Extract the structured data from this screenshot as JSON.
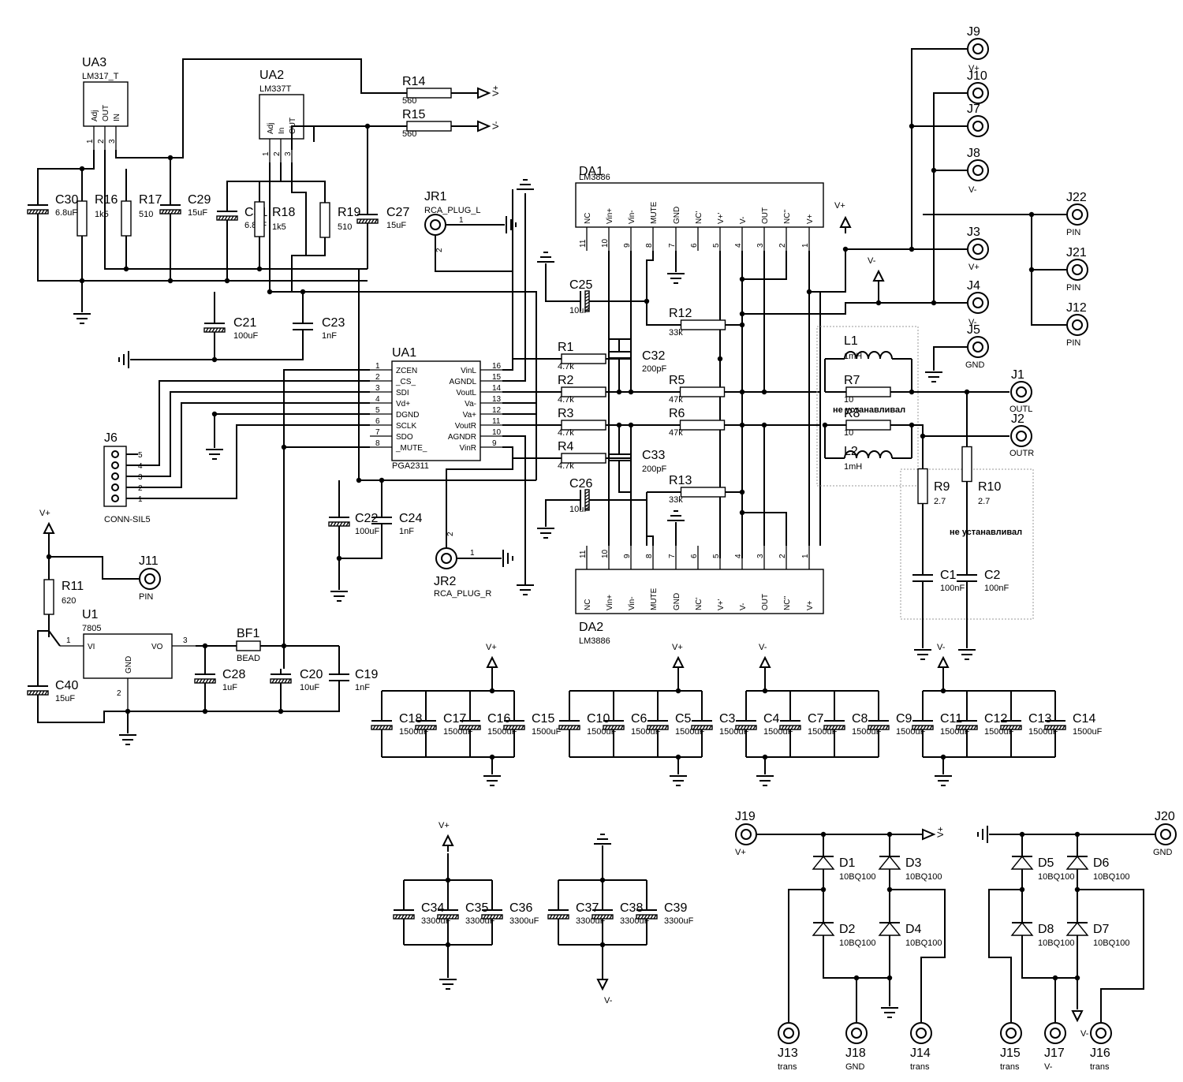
{
  "ics": [
    {
      "id": "ua3",
      "ref": "UA3",
      "val": "LM317_T",
      "pins": [
        "Adj",
        "OUT",
        "IN"
      ],
      "nums": [
        "1",
        "2",
        "3"
      ]
    },
    {
      "id": "ua2",
      "ref": "UA2",
      "val": "LM337T",
      "pins": [
        "Adj",
        "In",
        "OUT"
      ],
      "nums": [
        "1",
        "2",
        "3"
      ]
    },
    {
      "id": "u1",
      "ref": "U1",
      "val": "7805",
      "pins": [
        "VI",
        "GND",
        "VO"
      ],
      "nums": [
        "1",
        "2",
        "3"
      ]
    },
    {
      "id": "ua1",
      "ref": "UA1",
      "val": "PGA2311",
      "left_pins": [
        "ZCEN",
        "_CS_",
        "SDI",
        "Vd+",
        "DGND",
        "SCLK",
        "SDO",
        "_MUTE_"
      ],
      "left_nums": [
        "1",
        "2",
        "3",
        "4",
        "5",
        "6",
        "7",
        "8"
      ],
      "right_pins": [
        "VinL",
        "AGNDL",
        "VoutL",
        "Va-",
        "Va+",
        "VoutR",
        "AGNDR",
        "VinR"
      ],
      "right_nums": [
        "16",
        "15",
        "14",
        "13",
        "12",
        "11",
        "10",
        "9"
      ]
    },
    {
      "id": "da1",
      "ref": "DA1",
      "val": "LM3886",
      "pins": [
        "NC",
        "Vin+",
        "Vin-",
        "MUTE",
        "GND",
        "NC'",
        "V+'",
        "V-",
        "OUT",
        "NC''",
        "V+"
      ],
      "nums": [
        "11",
        "10",
        "9",
        "8",
        "7",
        "6",
        "5",
        "4",
        "3",
        "2",
        "1"
      ]
    },
    {
      "id": "da2",
      "ref": "DA2",
      "val": "LM3886",
      "pins": [
        "NC",
        "Vin+",
        "Vin-",
        "MUTE",
        "GND",
        "NC'",
        "V+'",
        "V-",
        "OUT",
        "NC''",
        "V+"
      ],
      "nums": [
        "11",
        "10",
        "9",
        "8",
        "7",
        "6",
        "5",
        "4",
        "3",
        "2",
        "1"
      ]
    }
  ],
  "resistors": [
    {
      "id": "r14",
      "ref": "R14",
      "val": "560"
    },
    {
      "id": "r15",
      "ref": "R15",
      "val": "560"
    },
    {
      "id": "r16",
      "ref": "R16",
      "val": "1k5"
    },
    {
      "id": "r17",
      "ref": "R17",
      "val": "510"
    },
    {
      "id": "r18",
      "ref": "R18",
      "val": "1k5"
    },
    {
      "id": "r19",
      "ref": "R19",
      "val": "510"
    },
    {
      "id": "r1",
      "ref": "R1",
      "val": "4.7k"
    },
    {
      "id": "r2",
      "ref": "R2",
      "val": "4.7k"
    },
    {
      "id": "r3",
      "ref": "R3",
      "val": "4.7k"
    },
    {
      "id": "r4",
      "ref": "R4",
      "val": "4.7k"
    },
    {
      "id": "r5",
      "ref": "R5",
      "val": "47k"
    },
    {
      "id": "r6",
      "ref": "R6",
      "val": "47k"
    },
    {
      "id": "r12",
      "ref": "R12",
      "val": "33k"
    },
    {
      "id": "r13",
      "ref": "R13",
      "val": "33k"
    },
    {
      "id": "r7",
      "ref": "R7",
      "val": "10"
    },
    {
      "id": "r8",
      "ref": "R8",
      "val": "10"
    },
    {
      "id": "r9",
      "ref": "R9",
      "val": "2.7"
    },
    {
      "id": "r10",
      "ref": "R10",
      "val": "2.7"
    },
    {
      "id": "r11",
      "ref": "R11",
      "val": "620"
    }
  ],
  "capacitors": [
    {
      "id": "c30",
      "ref": "C30",
      "val": "6.8uF",
      "pol": true
    },
    {
      "id": "c29",
      "ref": "C29",
      "val": "15uF",
      "pol": true
    },
    {
      "id": "c31",
      "ref": "C31",
      "val": "6.8uF",
      "pol": true
    },
    {
      "id": "c27",
      "ref": "C27",
      "val": "15uF",
      "pol": true
    },
    {
      "id": "c21",
      "ref": "C21",
      "val": "100uF",
      "pol": true
    },
    {
      "id": "c23",
      "ref": "C23",
      "val": "1nF",
      "pol": false
    },
    {
      "id": "c22",
      "ref": "C22",
      "val": "100uF",
      "pol": true
    },
    {
      "id": "c24",
      "ref": "C24",
      "val": "1nF",
      "pol": false
    },
    {
      "id": "c25",
      "ref": "C25",
      "val": "10uF",
      "pol": true
    },
    {
      "id": "c26",
      "ref": "C26",
      "val": "10uF",
      "pol": true
    },
    {
      "id": "c32",
      "ref": "C32",
      "val": "200pF",
      "pol": false
    },
    {
      "id": "c33",
      "ref": "C33",
      "val": "200pF",
      "pol": false
    },
    {
      "id": "c40",
      "ref": "C40",
      "val": "15uF",
      "pol": true
    },
    {
      "id": "c28",
      "ref": "C28",
      "val": "1uF",
      "pol": true
    },
    {
      "id": "c20",
      "ref": "C20",
      "val": "10uF",
      "pol": true
    },
    {
      "id": "c19",
      "ref": "C19",
      "val": "1nF",
      "pol": false
    },
    {
      "id": "c1",
      "ref": "C1",
      "val": "100nF",
      "pol": false
    },
    {
      "id": "c2",
      "ref": "C2",
      "val": "100nF",
      "pol": false
    },
    {
      "id": "c18",
      "ref": "C18",
      "val": "1500uF",
      "pol": true
    },
    {
      "id": "c17",
      "ref": "C17",
      "val": "1500uF",
      "pol": true
    },
    {
      "id": "c16",
      "ref": "C16",
      "val": "1500uF",
      "pol": true
    },
    {
      "id": "c15",
      "ref": "C15",
      "val": "1500uF",
      "pol": true
    },
    {
      "id": "c10",
      "ref": "C10",
      "val": "1500uF",
      "pol": true
    },
    {
      "id": "c6",
      "ref": "C6",
      "val": "1500uF",
      "pol": true
    },
    {
      "id": "c5",
      "ref": "C5",
      "val": "1500uF",
      "pol": true
    },
    {
      "id": "c3",
      "ref": "C3",
      "val": "1500uF",
      "pol": true
    },
    {
      "id": "c4",
      "ref": "C4",
      "val": "1500uF",
      "pol": true
    },
    {
      "id": "c7",
      "ref": "C7",
      "val": "1500uF",
      "pol": true
    },
    {
      "id": "c8",
      "ref": "C8",
      "val": "1500uF",
      "pol": true
    },
    {
      "id": "c9",
      "ref": "C9",
      "val": "1500uF",
      "pol": true
    },
    {
      "id": "c11",
      "ref": "C11",
      "val": "1500uF",
      "pol": true
    },
    {
      "id": "c12",
      "ref": "C12",
      "val": "1500uF",
      "pol": true
    },
    {
      "id": "c13",
      "ref": "C13",
      "val": "1500uF",
      "pol": true
    },
    {
      "id": "c14",
      "ref": "C14",
      "val": "1500uF",
      "pol": true
    },
    {
      "id": "c34",
      "ref": "C34",
      "val": "3300uF",
      "pol": true
    },
    {
      "id": "c35",
      "ref": "C35",
      "val": "3300uF",
      "pol": true
    },
    {
      "id": "c36",
      "ref": "C36",
      "val": "3300uF",
      "pol": true
    },
    {
      "id": "c37",
      "ref": "C37",
      "val": "3300uF",
      "pol": true
    },
    {
      "id": "c38",
      "ref": "C38",
      "val": "3300uF",
      "pol": true
    },
    {
      "id": "c39",
      "ref": "C39",
      "val": "3300uF",
      "pol": true
    }
  ],
  "inductors": [
    {
      "id": "l1",
      "ref": "L1",
      "val": "1mH"
    },
    {
      "id": "l2",
      "ref": "L2",
      "val": "1mH"
    }
  ],
  "bead": {
    "ref": "BF1",
    "val": "BEAD"
  },
  "diodes": [
    {
      "id": "d1",
      "ref": "D1",
      "val": "10BQ100"
    },
    {
      "id": "d3",
      "ref": "D3",
      "val": "10BQ100"
    },
    {
      "id": "d2",
      "ref": "D2",
      "val": "10BQ100"
    },
    {
      "id": "d4",
      "ref": "D4",
      "val": "10BQ100"
    },
    {
      "id": "d5",
      "ref": "D5",
      "val": "10BQ100"
    },
    {
      "id": "d6",
      "ref": "D6",
      "val": "10BQ100"
    },
    {
      "id": "d8",
      "ref": "D8",
      "val": "10BQ100"
    },
    {
      "id": "d7",
      "ref": "D7",
      "val": "10BQ100"
    }
  ],
  "connectors": [
    {
      "id": "j9",
      "ref": "J9",
      "lbl": "V+"
    },
    {
      "id": "j10",
      "ref": "J10",
      "lbl": ""
    },
    {
      "id": "j7",
      "ref": "J7",
      "lbl": ""
    },
    {
      "id": "j8",
      "ref": "J8",
      "lbl": "V-"
    },
    {
      "id": "j22",
      "ref": "J22",
      "lbl": "PIN"
    },
    {
      "id": "j3",
      "ref": "J3",
      "lbl": "V+"
    },
    {
      "id": "j21",
      "ref": "J21",
      "lbl": "PIN"
    },
    {
      "id": "j4",
      "ref": "J4",
      "lbl": "V-"
    },
    {
      "id": "j12",
      "ref": "J12",
      "lbl": "PIN"
    },
    {
      "id": "j5",
      "ref": "J5",
      "lbl": "GND"
    },
    {
      "id": "j1",
      "ref": "J1",
      "lbl": "OUTL"
    },
    {
      "id": "j2",
      "ref": "J2",
      "lbl": "OUTR"
    },
    {
      "id": "j11",
      "ref": "J11",
      "lbl": "PIN"
    },
    {
      "id": "j19",
      "ref": "J19",
      "lbl": "V+"
    },
    {
      "id": "j20",
      "ref": "J20",
      "lbl": "GND"
    },
    {
      "id": "j13",
      "ref": "J13",
      "lbl": "trans"
    },
    {
      "id": "j18",
      "ref": "J18",
      "lbl": "GND"
    },
    {
      "id": "j14",
      "ref": "J14",
      "lbl": "trans"
    },
    {
      "id": "j15",
      "ref": "J15",
      "lbl": "trans"
    },
    {
      "id": "j17",
      "ref": "J17",
      "lbl": "V-"
    },
    {
      "id": "j16",
      "ref": "J16",
      "lbl": "trans"
    }
  ],
  "rca": [
    {
      "id": "jr1",
      "ref": "JR1",
      "val": "RCA_PLUG_L",
      "p1": "1",
      "p2": "2"
    },
    {
      "id": "jr2",
      "ref": "JR2",
      "val": "RCA_PLUG_R",
      "p1": "1",
      "p2": "2"
    }
  ],
  "j6": {
    "ref": "J6",
    "val": "CONN-SIL5",
    "nums": [
      "5",
      "4",
      "3",
      "2",
      "1"
    ]
  },
  "power_labels": {
    "vplus": "V+",
    "vminus": "V-"
  },
  "notes": [
    {
      "id": "note1",
      "text": "не устанавливал"
    },
    {
      "id": "note2",
      "text": "не устанавливал"
    }
  ]
}
